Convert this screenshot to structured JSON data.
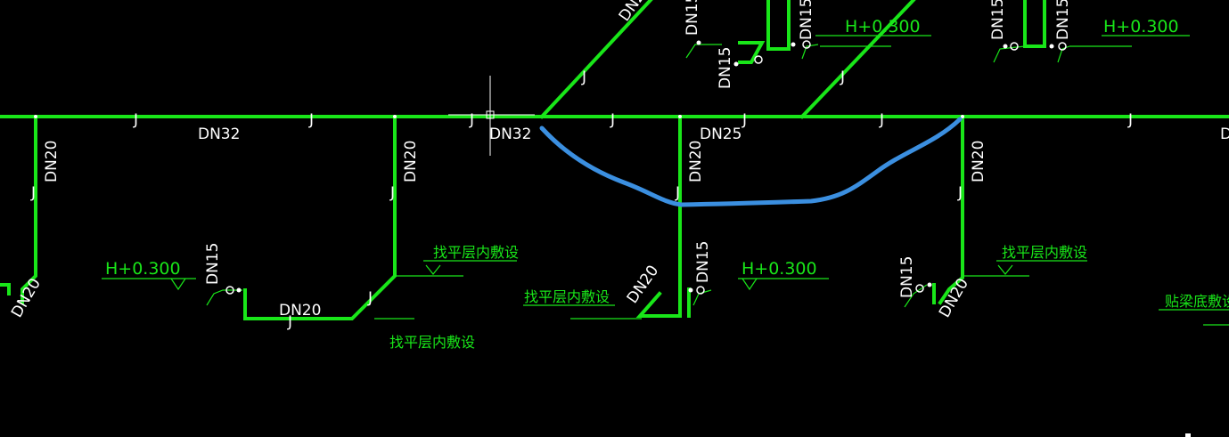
{
  "labels": {
    "main_dn32_a": "DN32",
    "main_dn32_b": "DN32",
    "main_dn25": "DN25",
    "main_dn_edge": "D",
    "branch_dn20": "DN20",
    "fixture_dn15": "DN15",
    "elevation": "H+0.300",
    "screed_note": "找平层内敷设",
    "beam_note": "贴梁底敷设",
    "pipe_code": "J"
  },
  "colors": {
    "background": "#000000",
    "pipe": "#19e619",
    "markup": "#3b8fe0",
    "cursor": "#ffffff"
  }
}
